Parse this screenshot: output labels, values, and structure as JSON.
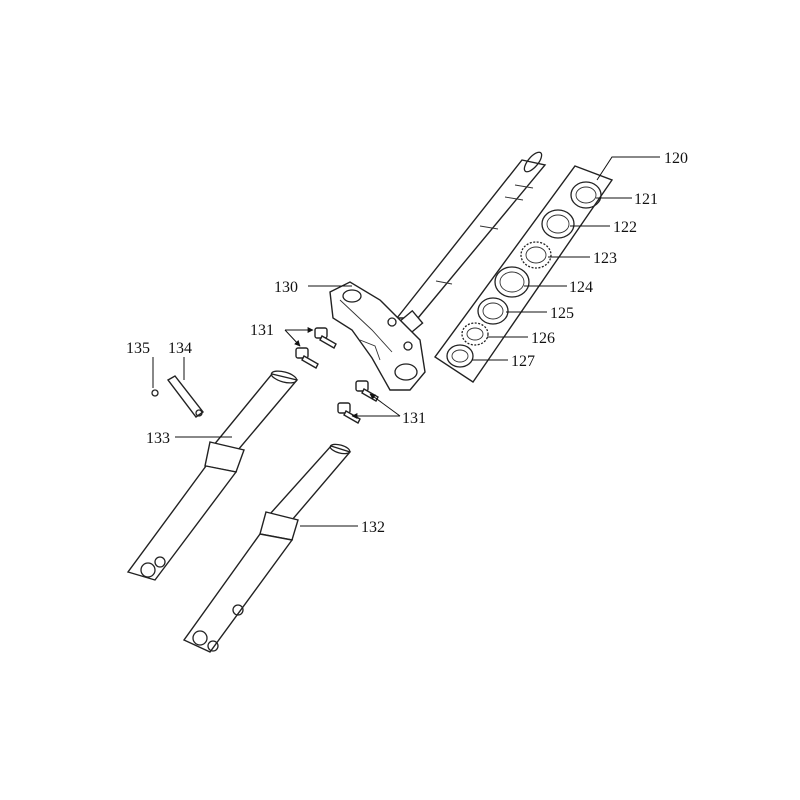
{
  "diagram": {
    "title": "",
    "labels": {
      "l120": "120",
      "l121": "121",
      "l122": "122",
      "l123": "123",
      "l124": "124",
      "l125": "125",
      "l126": "126",
      "l127": "127",
      "l130": "130",
      "l131a": "131",
      "l131b": "131",
      "l132": "132",
      "l133": "133",
      "l134": "134",
      "l135": "135"
    }
  }
}
